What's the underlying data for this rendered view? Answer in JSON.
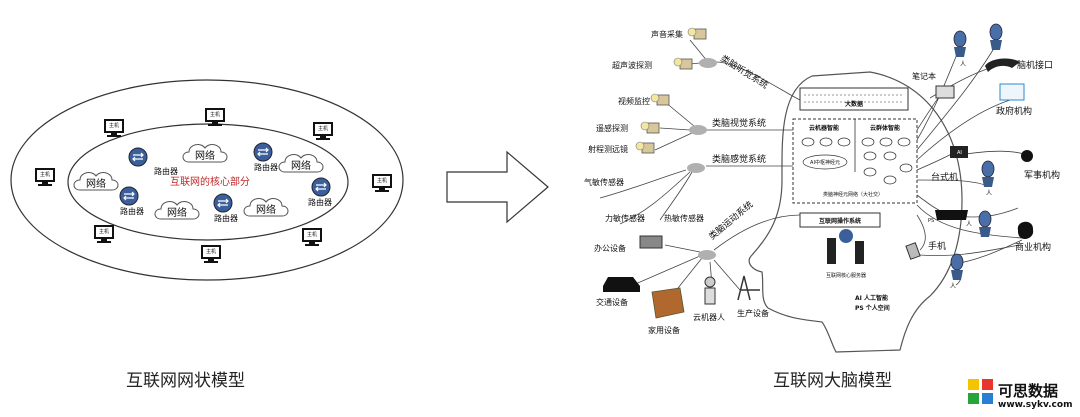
{
  "left_model": {
    "caption": "互联网网状模型",
    "core_label": "互联网的核心部分",
    "network_label": "网络",
    "router_label": "路由器",
    "host_label": "主机"
  },
  "right_model": {
    "caption": "互联网大脑模型",
    "systems": {
      "hearing": "类脑听觉系统",
      "vision": "类脑视觉系统",
      "sensory": "类脑感觉系统",
      "motor": "类脑运动系统"
    },
    "sensors": {
      "sound": "声音采集",
      "ultrasound": "超声波探测",
      "video": "视频监控",
      "remote": "遥感探测",
      "rangefinder": "射程测远镜",
      "gas": "气敏传感器",
      "force": "力敏传感器",
      "heat": "热敏传感器"
    },
    "actuators": {
      "office": "办公设备",
      "traffic": "交通设备",
      "home": "家用设备",
      "robot": "云机器人",
      "production": "生产设备"
    },
    "brain": {
      "big_data": "大数据",
      "cloud_ai": "云机器智能",
      "swarm": "云群体智能",
      "ai_center": "AI中枢神经元",
      "nerve_net": "类脑神经元网络（大社交）",
      "os": "互联网操作系统",
      "core_server": "互联网核心服务器",
      "ai_short": "AI",
      "ps_short": "PS"
    },
    "legend": {
      "ai": "AI 人工智能",
      "ps": "PS 个人空间"
    },
    "users": {
      "notebook": "笔记本",
      "brain_interface": "脑机接口",
      "government": "政府机构",
      "desktop": "台式机",
      "military": "军事机构",
      "phone": "手机",
      "business": "商业机构",
      "person": "人"
    }
  },
  "watermark": {
    "brand": "可思数据",
    "url": "www.sykv.com"
  }
}
